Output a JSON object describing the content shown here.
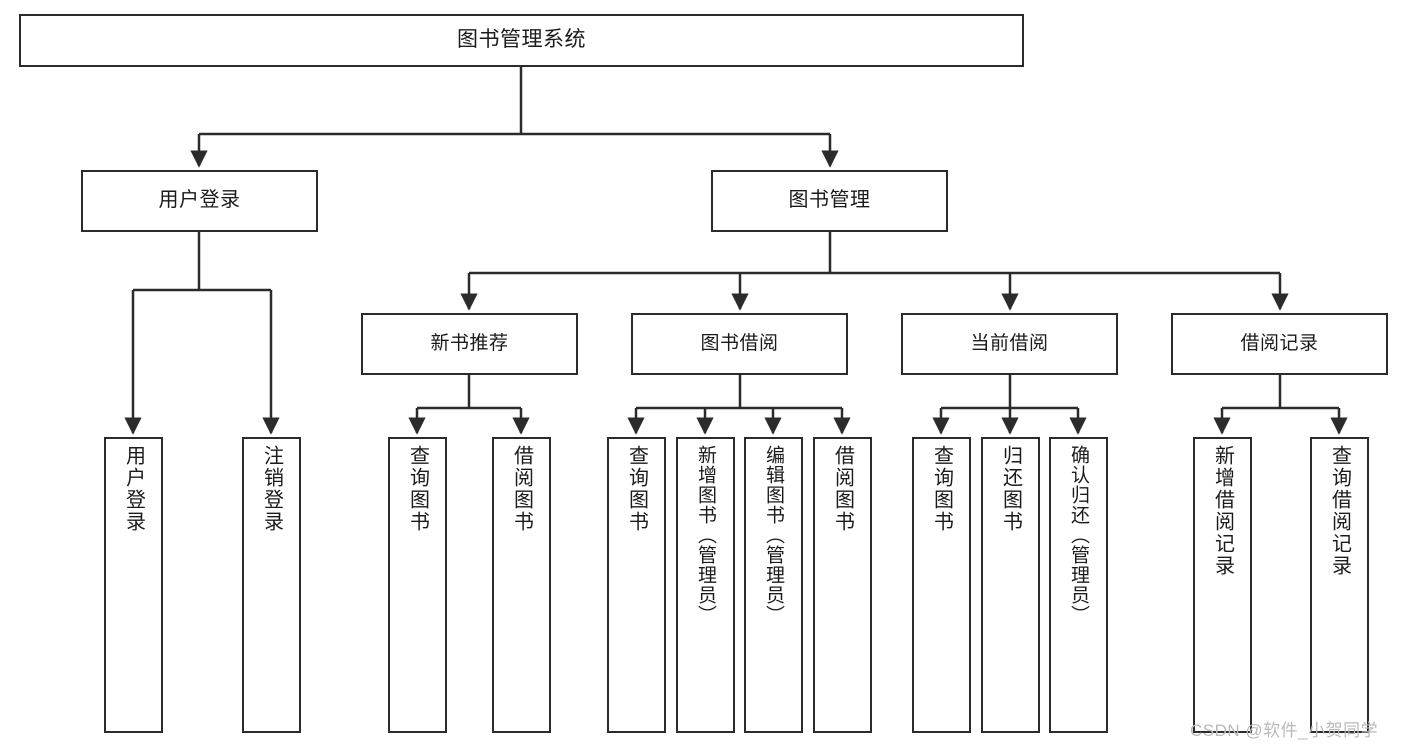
{
  "diagram": {
    "type": "tree",
    "title": "图书管理系统",
    "orientation": "top-down",
    "colors": {
      "box_border": "#2b2b2b",
      "box_fill": "#ffffff",
      "edge": "#2b2b2b",
      "text": "#1b1b1b",
      "watermark": "#b9b9b9",
      "background": "#ffffff"
    }
  },
  "root": {
    "label": "图书管理系统"
  },
  "level1": [
    {
      "label": "用户登录"
    },
    {
      "label": "图书管理"
    }
  ],
  "level2": [
    {
      "label": "新书推荐"
    },
    {
      "label": "图书借阅"
    },
    {
      "label": "当前借阅"
    },
    {
      "label": "借阅记录"
    }
  ],
  "leaves": {
    "user_login": [
      {
        "label": "用户登录"
      },
      {
        "label": "注销登录"
      }
    ],
    "new_book": [
      {
        "label": "查询图书"
      },
      {
        "label": "借阅图书"
      }
    ],
    "book_borrow": [
      {
        "label": "查询图书"
      },
      {
        "label": "新增图书（管理员）"
      },
      {
        "label": "编辑图书（管理员）"
      },
      {
        "label": "借阅图书"
      }
    ],
    "current_borrow": [
      {
        "label": "查询图书"
      },
      {
        "label": "归还图书"
      },
      {
        "label": "确认归还（管理员）"
      }
    ],
    "borrow_record": [
      {
        "label": "新增借阅记录"
      },
      {
        "label": "查询借阅记录"
      }
    ]
  },
  "watermark": {
    "text": "CSDN @软件_小贺同学"
  }
}
